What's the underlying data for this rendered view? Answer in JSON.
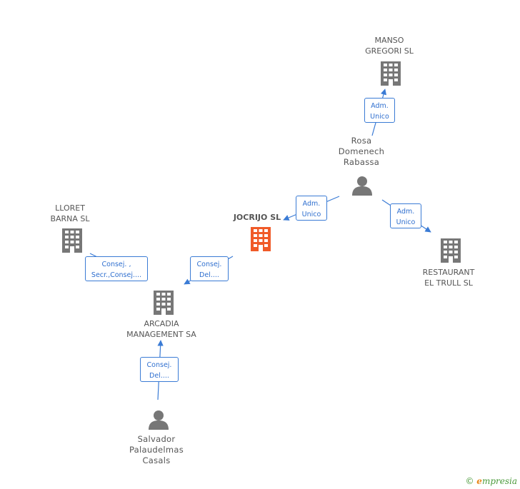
{
  "colors": {
    "node": "#777777",
    "focus": "#f05a28",
    "edge": "#3a7bd5",
    "label_text": "#555555"
  },
  "nodes": {
    "manso": {
      "lines": [
        "MANSO",
        "GREGORI SL"
      ],
      "icon": "building-icon"
    },
    "rosa": {
      "lines": [
        "Rosa",
        "Domenech",
        "Rabassa"
      ],
      "icon": "person-icon"
    },
    "jocrijo": {
      "lines": [
        "JOCRIJO SL"
      ],
      "icon": "building-icon",
      "focus": true
    },
    "lloret": {
      "lines": [
        "LLORET",
        "BARNA  SL"
      ],
      "icon": "building-icon"
    },
    "restaurant": {
      "lines": [
        "RESTAURANT",
        "EL TRULL SL"
      ],
      "icon": "building-icon"
    },
    "arcadia": {
      "lines": [
        "ARCADIA",
        "MANAGEMENT SA"
      ],
      "icon": "building-icon"
    },
    "salvador": {
      "lines": [
        "Salvador",
        "Palaudelmas",
        "Casals"
      ],
      "icon": "person-icon"
    }
  },
  "edges": {
    "rosa_manso": {
      "lines": [
        "Adm.",
        "Unico"
      ]
    },
    "rosa_jocrijo": {
      "lines": [
        "Adm.",
        "Unico"
      ]
    },
    "rosa_restaurant": {
      "lines": [
        "Adm.",
        "Unico"
      ]
    },
    "jocrijo_arcadia": {
      "lines": [
        "Consej.",
        "Del...."
      ]
    },
    "lloret_arcadia": {
      "lines": [
        "Consej. ,",
        "Secr.,Consej...."
      ]
    },
    "salvador_arcadia": {
      "lines": [
        "Consej.",
        "Del...."
      ]
    }
  },
  "footer": {
    "copyright": "©",
    "brand_first": "e",
    "brand_rest": "mpresia"
  }
}
